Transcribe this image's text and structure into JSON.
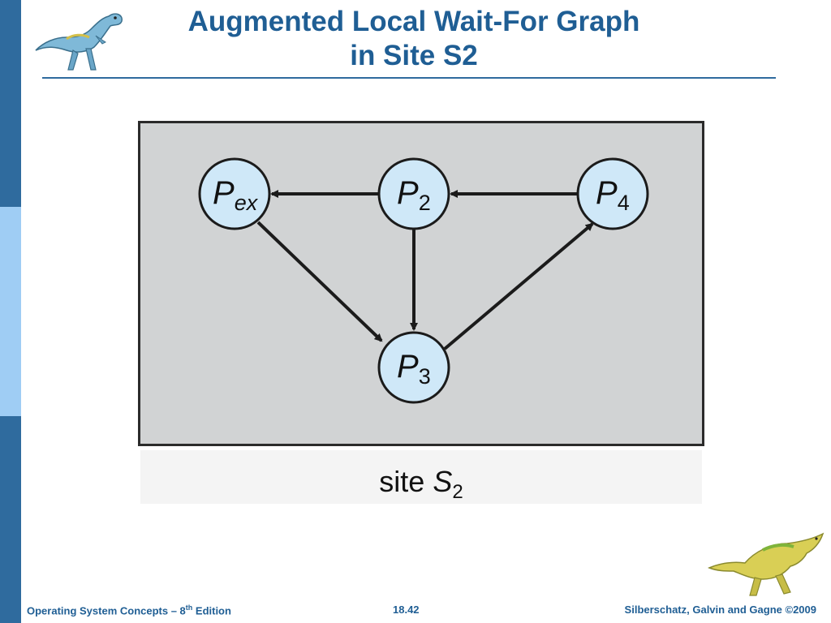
{
  "slide": {
    "title_line1": "Augmented Local Wait-For Graph",
    "title_line2": "in Site S2",
    "footer_left_prefix": "Operating System Concepts – 8",
    "footer_left_sup": "th",
    "footer_left_suffix": " Edition",
    "page_number": "18.42",
    "footer_right": "Silberschatz, Galvin and Gagne ©2009"
  },
  "diagram": {
    "nodes": [
      {
        "id": "pex",
        "letter": "P",
        "sub": "ex"
      },
      {
        "id": "p2",
        "letter": "P",
        "sub": "2"
      },
      {
        "id": "p4",
        "letter": "P",
        "sub": "4"
      },
      {
        "id": "p3",
        "letter": "P",
        "sub": "3"
      }
    ],
    "edges": [
      {
        "from": "p2",
        "to": "pex"
      },
      {
        "from": "p4",
        "to": "p2"
      },
      {
        "from": "p2",
        "to": "p3"
      },
      {
        "from": "pex",
        "to": "p3"
      },
      {
        "from": "p3",
        "to": "p4"
      }
    ],
    "caption_word": "site",
    "caption_var": "S",
    "caption_sub": "2"
  },
  "colors": {
    "title": "#1f5e94",
    "node_fill": "#cfe8f8",
    "panel": "#d1d3d4"
  }
}
